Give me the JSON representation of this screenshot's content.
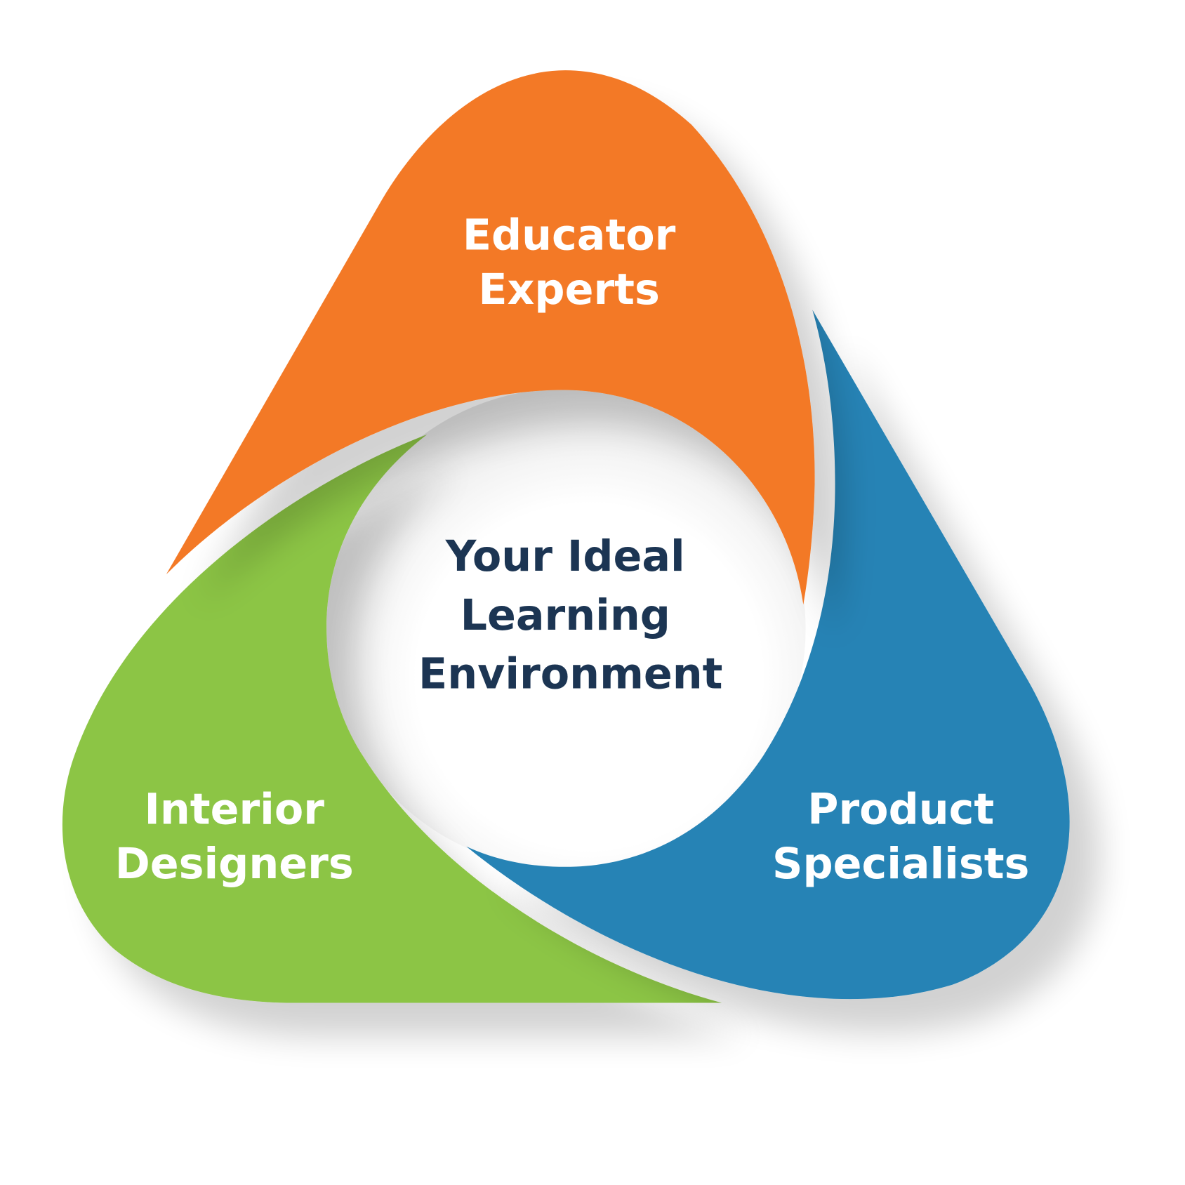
{
  "diagram": {
    "center": {
      "lines": [
        "Your Ideal",
        "Learning",
        "Environment"
      ],
      "color": "#1c3553"
    },
    "segments": [
      {
        "lines": [
          "Educator",
          "Experts"
        ],
        "color": "#f37925"
      },
      {
        "lines": [
          "Product",
          "Specialists"
        ],
        "color": "#2683b5"
      },
      {
        "lines": [
          "Interior",
          "Designers"
        ],
        "color": "#8cc544"
      }
    ]
  }
}
